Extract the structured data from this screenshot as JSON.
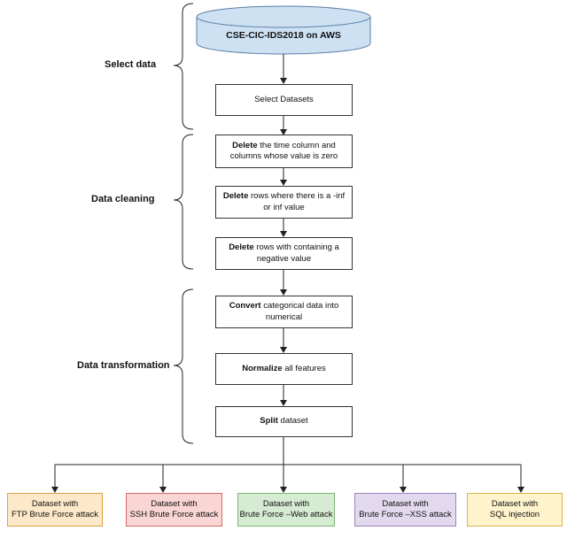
{
  "source": {
    "label": "CSE-CIC-IDS2018 on AWS"
  },
  "stages": {
    "select": "Select data",
    "cleaning": "Data cleaning",
    "transformation": "Data transformation"
  },
  "steps": {
    "select_datasets": {
      "bold": "",
      "rest": "Select Datasets"
    },
    "delete_time": {
      "bold": "Delete",
      "rest": " the time column and columns whose value is zero"
    },
    "delete_inf": {
      "bold": "Delete",
      "rest": " rows where there is a -inf or inf value"
    },
    "delete_neg": {
      "bold": "Delete",
      "rest": " rows with containing a negative value"
    },
    "convert": {
      "bold": "Convert",
      "rest": " categorical data into numerical"
    },
    "normalize": {
      "bold": "Normalize",
      "rest": " all features"
    },
    "split": {
      "bold": "Split",
      "rest": " dataset"
    }
  },
  "outputs": [
    {
      "line1": "Dataset with",
      "line2": "FTP Brute Force attack",
      "fill": "#fde9c9",
      "border": "#e0a040"
    },
    {
      "line1": "Dataset with",
      "line2": "SSH Brute Force attack",
      "fill": "#f9d5d3",
      "border": "#d06a66"
    },
    {
      "line1": "Dataset with",
      "line2": "Brute Force –Web attack",
      "fill": "#d6ecd2",
      "border": "#7fb377"
    },
    {
      "line1": "Dataset with",
      "line2": "Brute Force –XSS attack",
      "fill": "#e3d9ef",
      "border": "#9c86bd"
    },
    {
      "line1": "Dataset with",
      "line2": "SQL injection",
      "fill": "#fff3cc",
      "border": "#d8b448"
    }
  ]
}
